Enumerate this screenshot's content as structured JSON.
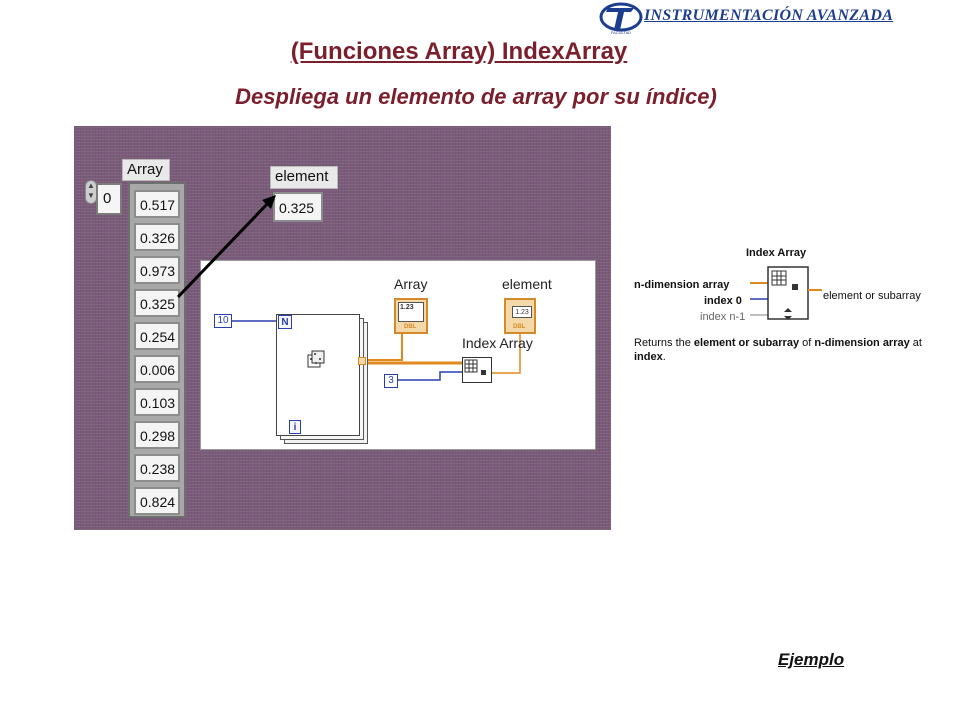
{
  "header": {
    "brand": "INSTRUMENTACIÓN AVANZADA",
    "title": "(Funciones Array) IndexArray",
    "subtitle": "Despliega un elemento de array por su índice)"
  },
  "front_panel": {
    "array_label": "Array",
    "index_value": "0",
    "array_values": [
      "0.517",
      "0.326",
      "0.973",
      "0.325",
      "0.254",
      "0.006",
      "0.103",
      "0.298",
      "0.238",
      "0.824"
    ],
    "element_label": "element",
    "element_value": "0.325"
  },
  "block_diagram": {
    "array_label": "Array",
    "element_label": "element",
    "function_label": "Index Array",
    "loop_count": "10",
    "index_constant": "3",
    "loop_n": "N",
    "loop_i": "i",
    "dbl_tag": "DBL",
    "num_tag": "1.23"
  },
  "help": {
    "title": "Index Array",
    "n_dimension_array": "n-dimension array",
    "index_0": "index 0",
    "index_n_1": "index n-1",
    "element_or_subarray": "element or subarray",
    "desc_1": "Returns the ",
    "desc_bold_1": "element or subarray",
    "desc_2": " of ",
    "desc_bold_2": "n-dimension array",
    "desc_3": " at ",
    "desc_bold_3": "index",
    "desc_4": "."
  },
  "footer": {
    "link": "Ejemplo"
  },
  "colors": {
    "title": "#7a1f2b",
    "brand": "#1d3d8e",
    "panel": "#7a5c7a",
    "wire_orange": "#e08a1e",
    "wire_blue": "#2a3fae"
  }
}
